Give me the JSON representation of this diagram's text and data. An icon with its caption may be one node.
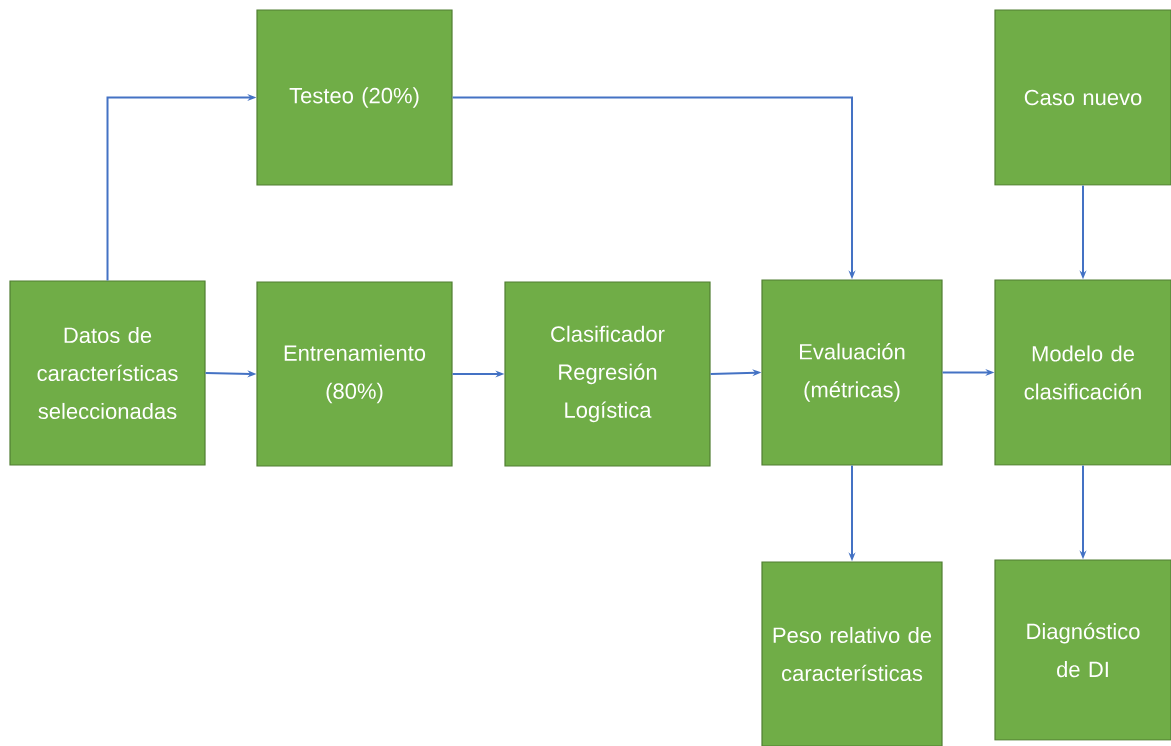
{
  "diagram": {
    "nodes": [
      {
        "text": [
          "Datos de características seleccionadas"
        ]
      },
      {
        "text": [
          "Testeo (20%)"
        ]
      },
      {
        "text": [
          "Entrenamiento (80%)"
        ]
      },
      {
        "text": [
          "Clasificador Regresión Logística"
        ]
      },
      {
        "text": [
          "Evaluación (métricas)"
        ]
      },
      {
        "text": [
          "Caso nuevo"
        ]
      },
      {
        "text": [
          "Modelo de clasificación"
        ]
      },
      {
        "text": [
          "Peso relativo de características"
        ]
      },
      {
        "text": [
          "Diagnóstico de DI"
        ]
      }
    ],
    "edges": [
      {
        "from": 0,
        "to": 1,
        "arrow": "to"
      },
      {
        "from": 0,
        "to": 2,
        "arrow": "to"
      },
      {
        "from": 2,
        "to": 3,
        "arrow": "to"
      },
      {
        "from": 3,
        "to": 4,
        "arrow": "to"
      },
      {
        "from": 1,
        "to": 4,
        "arrow": "to"
      },
      {
        "from": 4,
        "to": 6,
        "arrow": "to"
      },
      {
        "from": 5,
        "to": 6,
        "arrow": "to"
      },
      {
        "from": 4,
        "to": 7,
        "arrow": "to"
      },
      {
        "from": 6,
        "to": 8,
        "arrow": "to"
      }
    ]
  }
}
